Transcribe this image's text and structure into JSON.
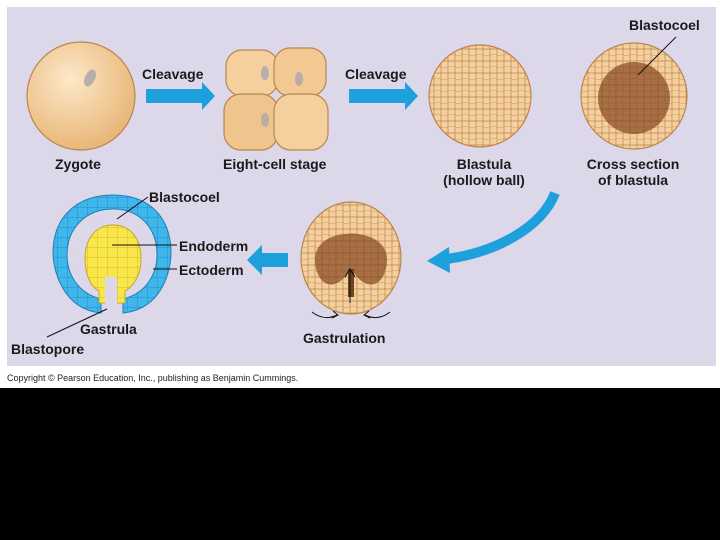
{
  "labels": {
    "cleavage_1": "Cleavage",
    "cleavage_2": "Cleavage",
    "zygote": "Zygote",
    "eight_cell": "Eight-cell stage",
    "blastula_line1": "Blastula",
    "blastula_line2": "(hollow ball)",
    "blastocoel_top": "Blastocoel",
    "cross_section_line1": "Cross section",
    "cross_section_line2": "of blastula",
    "blastocoel_left": "Blastocoel",
    "endoderm": "Endoderm",
    "ectoderm": "Ectoderm",
    "gastrula": "Gastrula",
    "blastopore": "Blastopore",
    "gastrulation": "Gastrulation"
  },
  "copyright": "Copyright © Pearson Education, Inc., publishing as Benjamin Cummings.",
  "colors": {
    "figure_background": "#ddd7ea",
    "arrow": "#1ea0dc",
    "cell_fill": "#f5cf9e",
    "cell_outline": "#b8864e",
    "ectoderm": "#3fb6ec",
    "endoderm": "#f9e64a",
    "cavity": "#a86f45"
  }
}
